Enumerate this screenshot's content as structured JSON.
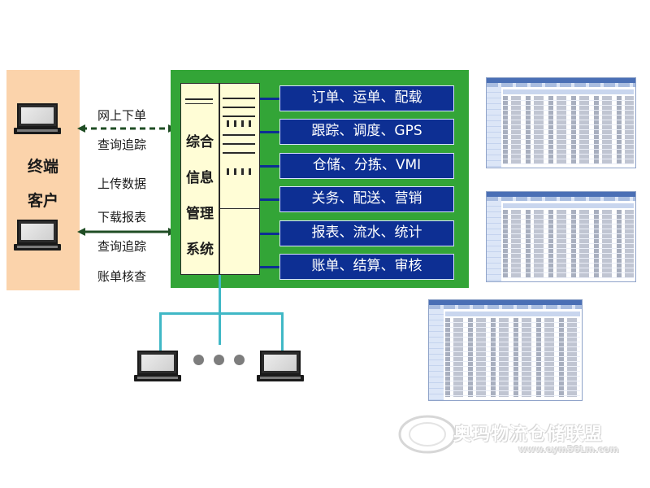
{
  "client": {
    "title_line1": "终端",
    "title_line2": "客户"
  },
  "arrows": {
    "top_labels": [
      "网上下单",
      "查询追踪"
    ],
    "bottom_labels": [
      "上传数据",
      "下载报表",
      "查询追踪",
      "账单核查"
    ]
  },
  "system": {
    "chars": [
      "综合",
      "信息",
      "管理",
      "系统"
    ]
  },
  "functions": [
    "订单、运单、配载",
    "跟踪、调度、GPS",
    "仓储、分拣、VMI",
    "关务、配送、营销",
    "报表、流水、统计",
    "账单、结算、审核"
  ],
  "watermark": {
    "brand_name": "奥玛物流仓储联盟",
    "url": "www.oym56Lm.com"
  },
  "colors": {
    "client_bg": "#fbd3ab",
    "system_bg": "#33a537",
    "function_bg": "#0d2f93",
    "network_line": "#40b8c6",
    "arrow": "#1f4d24"
  }
}
